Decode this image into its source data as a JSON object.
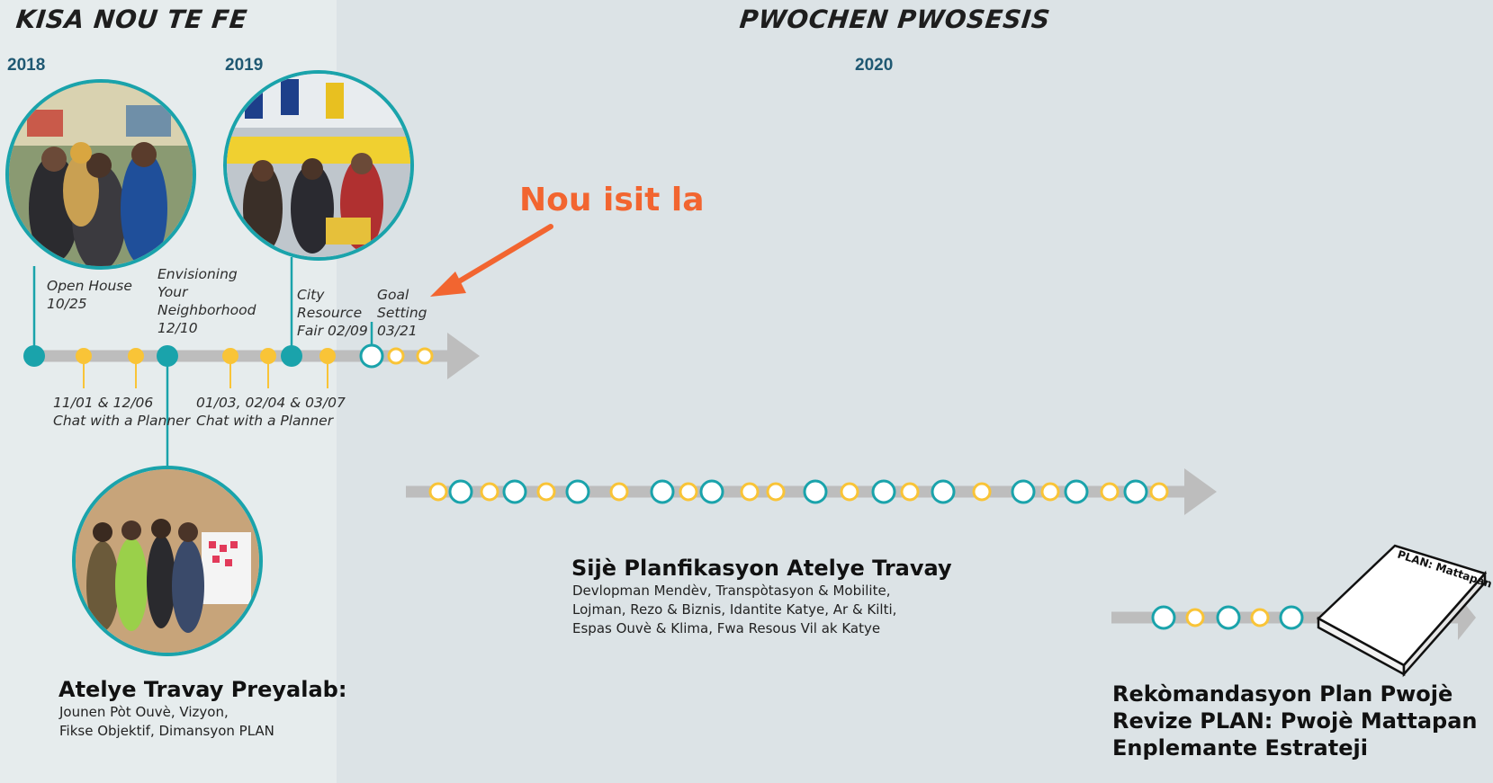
{
  "colors": {
    "teal": "#1aa3ab",
    "yellow": "#f9c437",
    "track": "#bdbdbd",
    "accent_orange": "#f26530",
    "year_blue": "#1f5872"
  },
  "sections": {
    "past_title": "KISA NOU TE FE",
    "next_title": "PWOCHEN PWOSESIS"
  },
  "years": [
    "2018",
    "2019",
    "2020"
  ],
  "events": {
    "open_house": [
      "Open House",
      "10/25"
    ],
    "envisioning": [
      "Envisioning",
      "Your",
      "Neighborhood",
      "12/10"
    ],
    "city_resource": [
      "City",
      "Resource",
      "Fair 02/09"
    ],
    "goal_setting": [
      "Goal",
      "Setting",
      "03/21"
    ],
    "chat1": [
      "11/01 & 12/06",
      "Chat with a Planner"
    ],
    "chat2": [
      "01/03, 02/04 & 03/07",
      "Chat with a Planner"
    ]
  },
  "callout": "Nou isit la",
  "blocks": {
    "prelab": {
      "title": "Atelye Travay Preyalab:",
      "lines": [
        "Jounen Pòt Ouvè, Vizyon,",
        "Fikse Objektif, Dimansyon PLAN"
      ]
    },
    "topics": {
      "title": "Sijè Planfikasyon Atelye Travay",
      "lines": [
        "Devlopman Mendèv, Transpòtasyon & Mobilite,",
        "Lojman, Rezo & Biznis, Idantite Katye, Ar & Kilti,",
        "Espas Ouvè & Klima, Fwa Resous Vil ak Katye"
      ]
    },
    "recommend": {
      "lines": [
        "Rekòmandasyon Plan Pwojè",
        "Revize PLAN: Pwojè Mattapan",
        "Enplemante Estrateji"
      ]
    }
  },
  "plan_book_label": "PLAN: Mattapan",
  "icons": [
    "photo-open-house",
    "photo-resource-fair",
    "photo-workshop",
    "plan-book-icon",
    "arrow-pointer-icon"
  ]
}
